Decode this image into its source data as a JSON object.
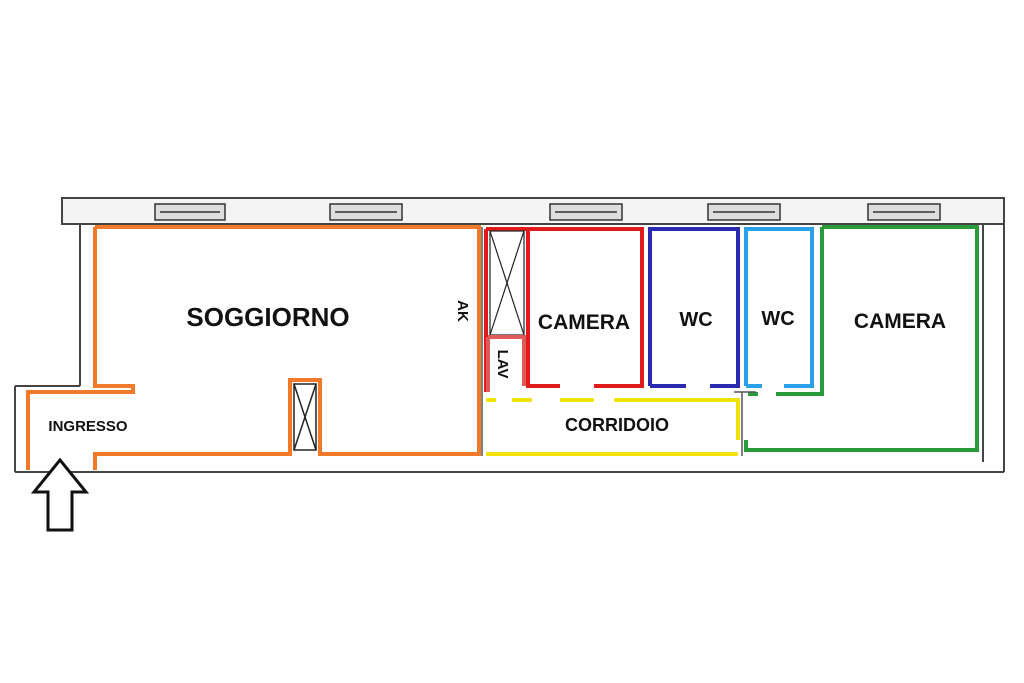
{
  "rooms": {
    "soggiorno": {
      "label": "SOGGIORNO",
      "color": "#f07a2a"
    },
    "ingresso": {
      "label": "INGRESSO",
      "color": "#f07a2a"
    },
    "ak": {
      "label": "AK"
    },
    "lav": {
      "label": "LAV",
      "color": "#e05a5a"
    },
    "camera1": {
      "label": "CAMERA",
      "color": "#e01b1b"
    },
    "wc1": {
      "label": "WC",
      "color": "#2a2ab0"
    },
    "wc2": {
      "label": "WC",
      "color": "#2aa0e8"
    },
    "camera2": {
      "label": "CAMERA",
      "color": "#2a9a3a"
    },
    "corridoio": {
      "label": "CORRIDOIO",
      "color": "#f2e10a"
    }
  },
  "entrance_arrow": {
    "icon": "up-arrow-icon"
  },
  "colors": {
    "wall": "#555555",
    "window": "#333333"
  }
}
